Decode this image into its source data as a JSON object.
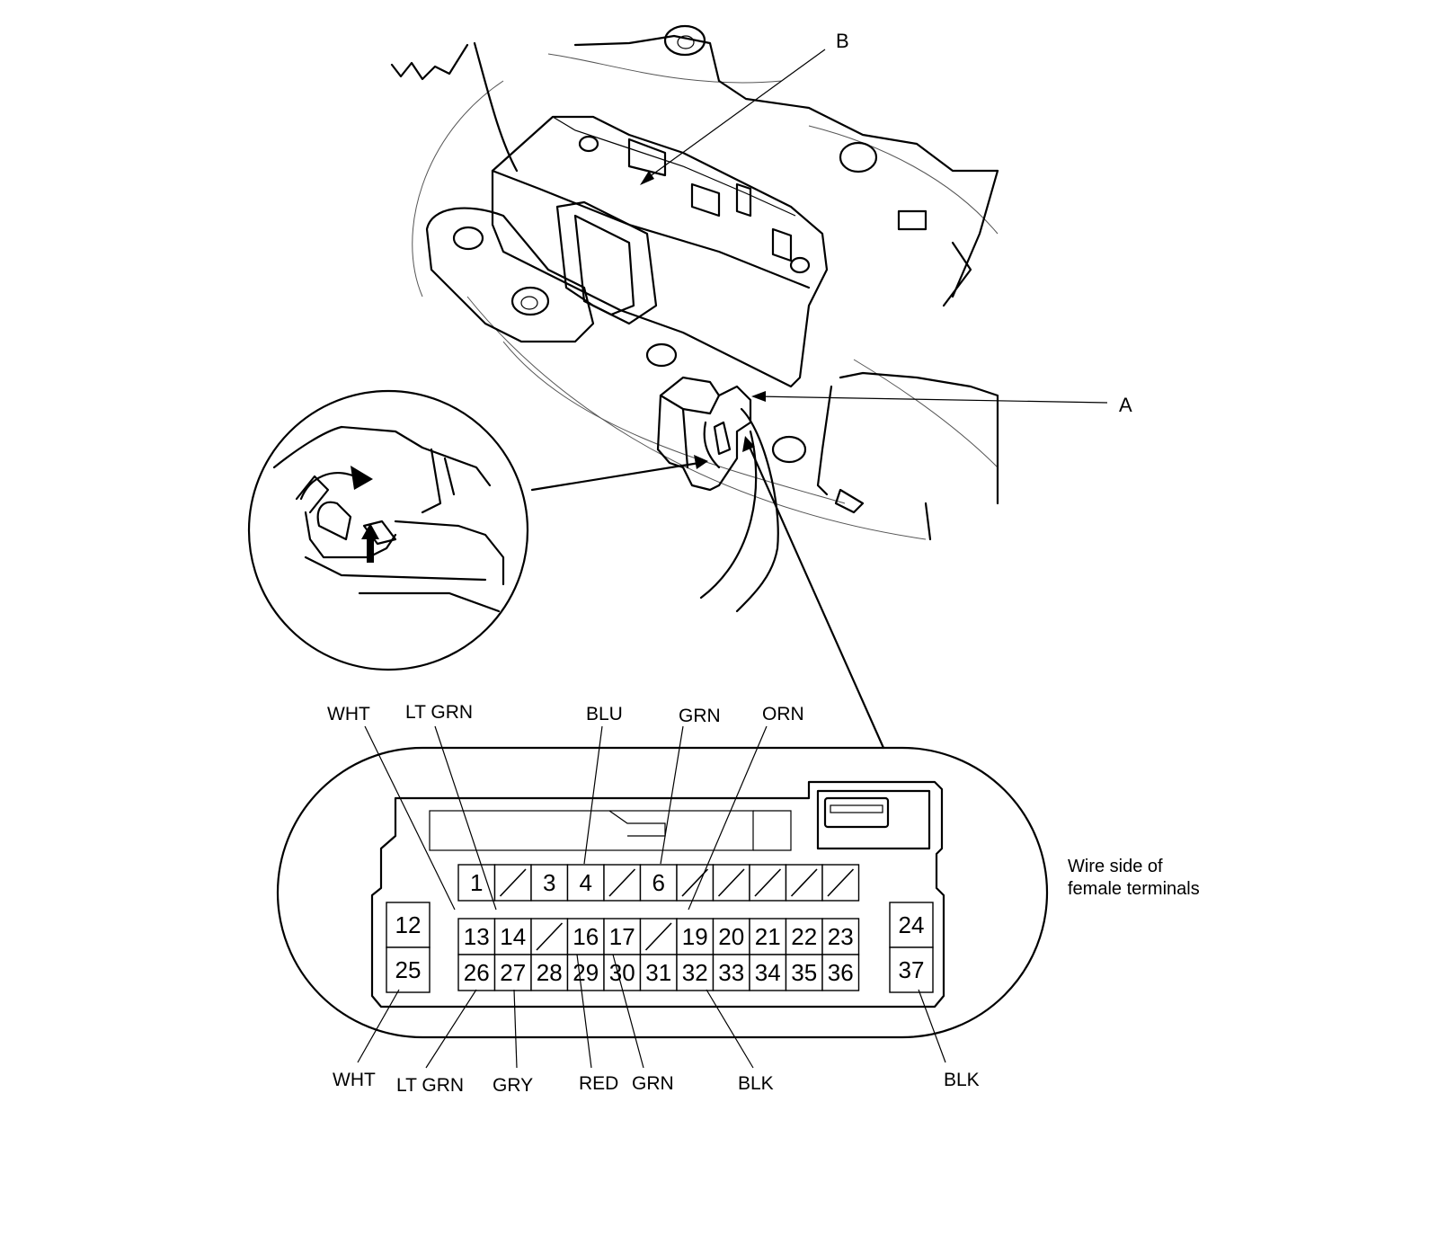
{
  "callouts": {
    "a": "A",
    "b": "B"
  },
  "side_note": {
    "line1": "Wire side of",
    "line2": "female terminals"
  },
  "top_labels": [
    "WHT",
    "LT GRN",
    "BLU",
    "GRN",
    "ORN"
  ],
  "bottom_labels": [
    "WHT",
    "LT GRN",
    "GRY",
    "RED",
    "GRN",
    "BLK",
    "BLK"
  ],
  "pins": {
    "row1": [
      "1",
      "",
      "3",
      "4",
      "",
      "6",
      "",
      "",
      "",
      "",
      ""
    ],
    "row2": [
      "13",
      "14",
      "",
      "16",
      "17",
      "",
      "19",
      "20",
      "21",
      "22",
      "23"
    ],
    "row3": [
      "26",
      "27",
      "28",
      "29",
      "30",
      "31",
      "32",
      "33",
      "34",
      "35",
      "36"
    ],
    "left": [
      "12",
      "25"
    ],
    "right": [
      "24",
      "37"
    ]
  }
}
